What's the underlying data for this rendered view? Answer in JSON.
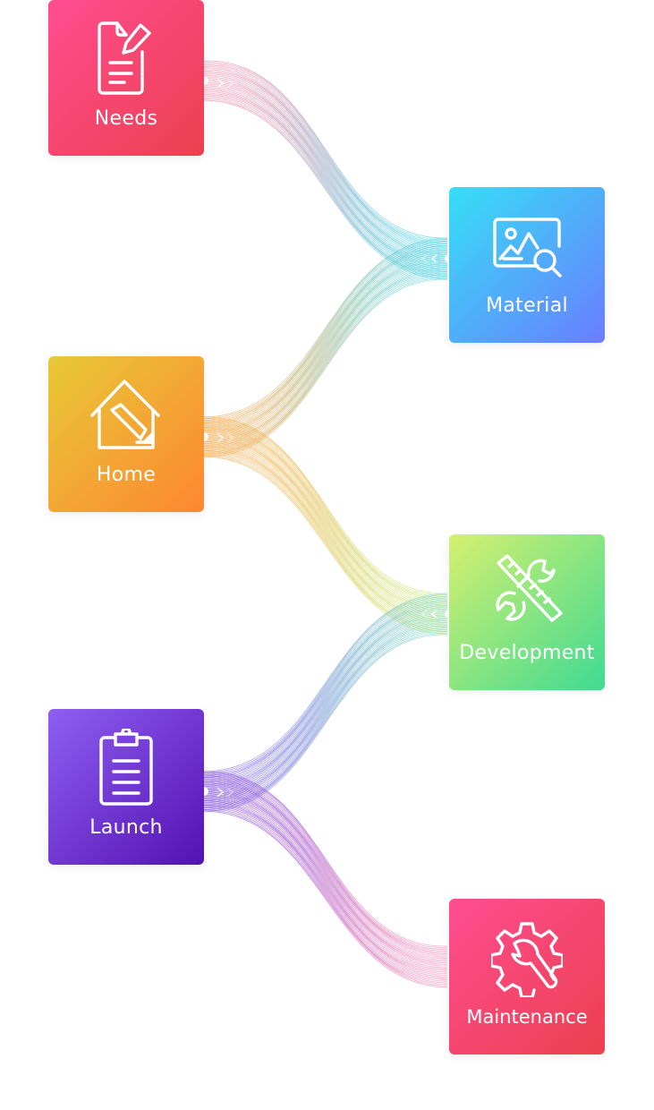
{
  "nodes": {
    "needs": {
      "label": "Needs",
      "icon": "document-edit-icon",
      "color_from": "#ff4d91",
      "color_to": "#ec404f"
    },
    "material": {
      "label": "Material",
      "icon": "image-search-icon",
      "color_from": "#36dff5",
      "color_to": "#6a7dff"
    },
    "home": {
      "label": "Home",
      "icon": "house-pencil-icon",
      "color_from": "#e8c936",
      "color_to": "#fd8731"
    },
    "development": {
      "label": "Development",
      "icon": "wrench-ruler-icon",
      "color_from": "#d5f070",
      "color_to": "#40da92"
    },
    "launch": {
      "label": "Launch",
      "icon": "clipboard-icon",
      "color_from": "#8f5ff1",
      "color_to": "#5311b4"
    },
    "maintenance": {
      "label": "Maintenance",
      "icon": "gear-wrench-icon",
      "color_from": "#ff4d91",
      "color_to": "#ec404f"
    }
  },
  "connections": [
    {
      "from": "needs",
      "to": "material",
      "color_start": "#f37a9a",
      "color_end": "#36d3e8"
    },
    {
      "from": "home",
      "to": "material",
      "color_start": "#f7a13c",
      "color_end": "#4ad0e2"
    },
    {
      "from": "home",
      "to": "development",
      "color_start": "#f7a13c",
      "color_end": "#c6ea72"
    },
    {
      "from": "launch",
      "to": "development",
      "color_start": "#7a56e6",
      "color_end": "#6fd6c0"
    },
    {
      "from": "launch",
      "to": "maintenance",
      "color_start": "#7a3cdc",
      "color_end": "#f47aa8"
    }
  ]
}
